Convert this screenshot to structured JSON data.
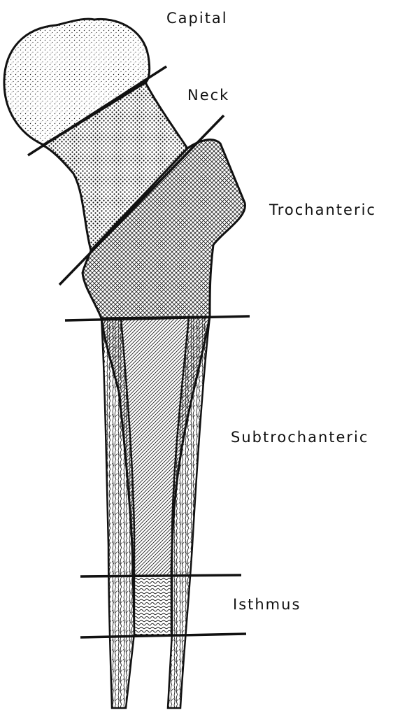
{
  "diagram": {
    "subject": "femur-fracture-regions",
    "regions": [
      {
        "id": "capital",
        "label": "Capital"
      },
      {
        "id": "neck",
        "label": "Neck"
      },
      {
        "id": "trochanteric",
        "label": "Trochanteric"
      },
      {
        "id": "subtrochanteric",
        "label": "Subtrochanteric"
      },
      {
        "id": "isthmus",
        "label": "Isthmus"
      }
    ],
    "colors": {
      "ink": "#111111",
      "background": "#ffffff"
    }
  }
}
